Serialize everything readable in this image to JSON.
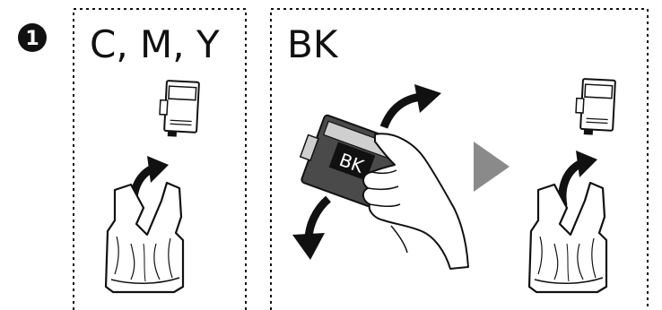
{
  "step": {
    "number": "1"
  },
  "panels": [
    {
      "label": "C, M, Y"
    },
    {
      "label": "BK",
      "cartridge_label": "BK"
    }
  ],
  "colors": {
    "line": "#111111",
    "arrow_black": "#111111",
    "arrow_gray": "#8a8a8a",
    "cartridge_dark": "#4a4a4a",
    "cartridge_light": "#cfcfcf",
    "bag_fill": "#ffffff"
  }
}
